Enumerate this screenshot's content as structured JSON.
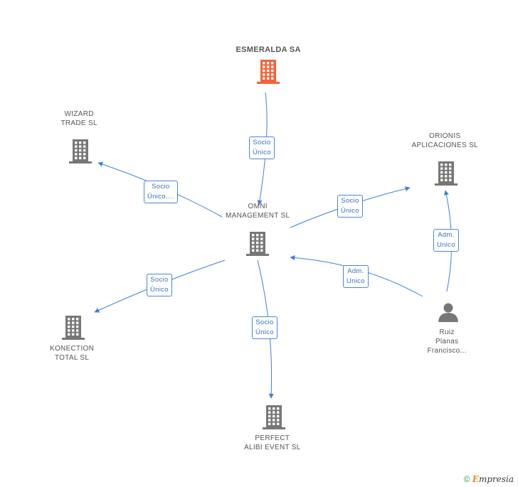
{
  "colors": {
    "edge": "#3f7fd6",
    "building_root": "#f0643c",
    "building": "#777777",
    "person": "#777777"
  },
  "nodes": {
    "root": {
      "lines": [
        "ESMERALDA SA"
      ],
      "icon": "building-icon"
    },
    "omni": {
      "lines": [
        "OMNI",
        "MANAGEMENT SL"
      ],
      "icon": "building-icon"
    },
    "wizard": {
      "lines": [
        "WIZARD",
        "TRADE SL"
      ],
      "icon": "building-icon"
    },
    "orionis": {
      "lines": [
        "ORIONIS",
        "APLICACIONES SL"
      ],
      "icon": "building-icon"
    },
    "konection": {
      "lines": [
        "KONECTION",
        "TOTAL SL"
      ],
      "icon": "building-icon"
    },
    "perfect": {
      "lines": [
        "PERFECT",
        "ALIBI EVENT SL"
      ],
      "icon": "building-icon"
    },
    "ruiz": {
      "lines": [
        "Ruiz",
        "Planas",
        "Francisco..."
      ],
      "icon": "person-icon"
    }
  },
  "edges": [
    {
      "from": "root",
      "to": "omni",
      "lines": [
        "Socio",
        "Único"
      ]
    },
    {
      "from": "omni",
      "to": "wizard",
      "lines": [
        "Socio",
        "Único,..."
      ]
    },
    {
      "from": "omni",
      "to": "orionis",
      "lines": [
        "Socio",
        "Único"
      ]
    },
    {
      "from": "omni",
      "to": "konection",
      "lines": [
        "Socio",
        "Único"
      ]
    },
    {
      "from": "omni",
      "to": "perfect",
      "lines": [
        "Socio",
        "Único"
      ]
    },
    {
      "from": "ruiz",
      "to": "omni",
      "lines": [
        "Adm.",
        "Unico"
      ]
    },
    {
      "from": "ruiz",
      "to": "orionis",
      "lines": [
        "Adm.",
        "Unico"
      ]
    }
  ],
  "footer": {
    "copyright": "©",
    "brand_first": "E",
    "brand_rest": "mpresia"
  }
}
